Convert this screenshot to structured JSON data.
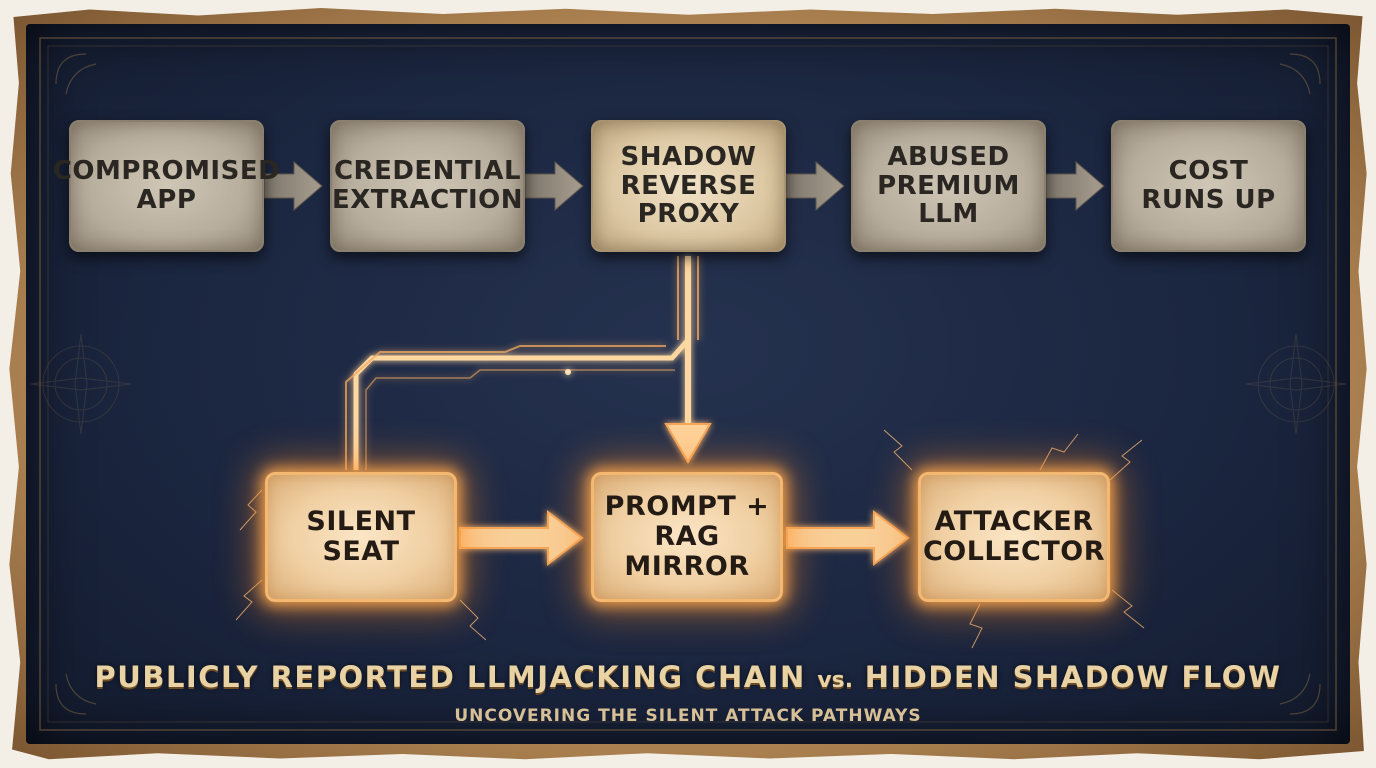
{
  "diagram": {
    "top_row": [
      {
        "id": "compromised-app",
        "label": "COMPROMISED\nAPP"
      },
      {
        "id": "credential-extraction",
        "label": "CREDENTIAL\nEXTRACTION"
      },
      {
        "id": "shadow-reverse-proxy",
        "label": "SHADOW\nREVERSE\nPROXY"
      },
      {
        "id": "abused-premium-llm",
        "label": "ABUSED\nPREMIUM LLM"
      },
      {
        "id": "cost-runs-up",
        "label": "COST\nRUNS UP"
      }
    ],
    "bottom_row": [
      {
        "id": "silent-seat",
        "label": "SILENT\nSEAT"
      },
      {
        "id": "prompt-rag-mirror",
        "label": "PROMPT +\nRAG MIRROR"
      },
      {
        "id": "attacker-collector",
        "label": "ATTACKER\nCOLLECTOR"
      }
    ],
    "edges": [
      {
        "from": "compromised-app",
        "to": "credential-extraction"
      },
      {
        "from": "credential-extraction",
        "to": "shadow-reverse-proxy"
      },
      {
        "from": "shadow-reverse-proxy",
        "to": "abused-premium-llm"
      },
      {
        "from": "abused-premium-llm",
        "to": "cost-runs-up"
      },
      {
        "from": "shadow-reverse-proxy",
        "to": "prompt-rag-mirror"
      },
      {
        "from": "shadow-reverse-proxy",
        "to": "silent-seat"
      },
      {
        "from": "silent-seat",
        "to": "prompt-rag-mirror"
      },
      {
        "from": "prompt-rag-mirror",
        "to": "attacker-collector"
      }
    ]
  },
  "footer": {
    "title_part1": "Publicly Reported LLMjacking Chain",
    "title_vs": "vs.",
    "title_part2": "Hidden Shadow Flow",
    "subtitle": "Uncovering the Silent Attack Pathways"
  },
  "colors": {
    "board": "#1b2640",
    "parchment": "#a97f4f",
    "top_box": "#b7ad9d",
    "glow_box": "#f0cfa2",
    "glow": "#ffaa50",
    "title_text": "#e9d2a4"
  }
}
